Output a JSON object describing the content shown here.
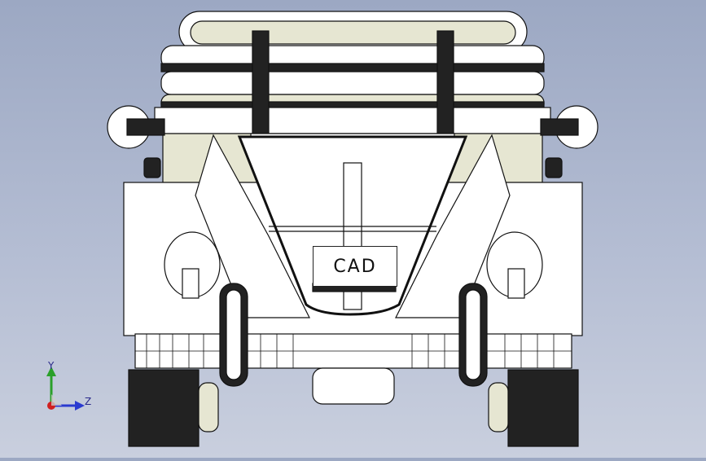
{
  "viewport": {
    "background_top": "#9ca8c3",
    "background_bottom": "#c9cfde",
    "part_fill": "#ffffff",
    "part_shade": "#e6e6d2",
    "edge_color": "#111111"
  },
  "plate": {
    "text": "CAD"
  },
  "triad": {
    "y_label": "Y",
    "z_label": "Z",
    "y_color": "#2aa02a",
    "z_color": "#2a3ad0",
    "x_color": "#d02020"
  }
}
